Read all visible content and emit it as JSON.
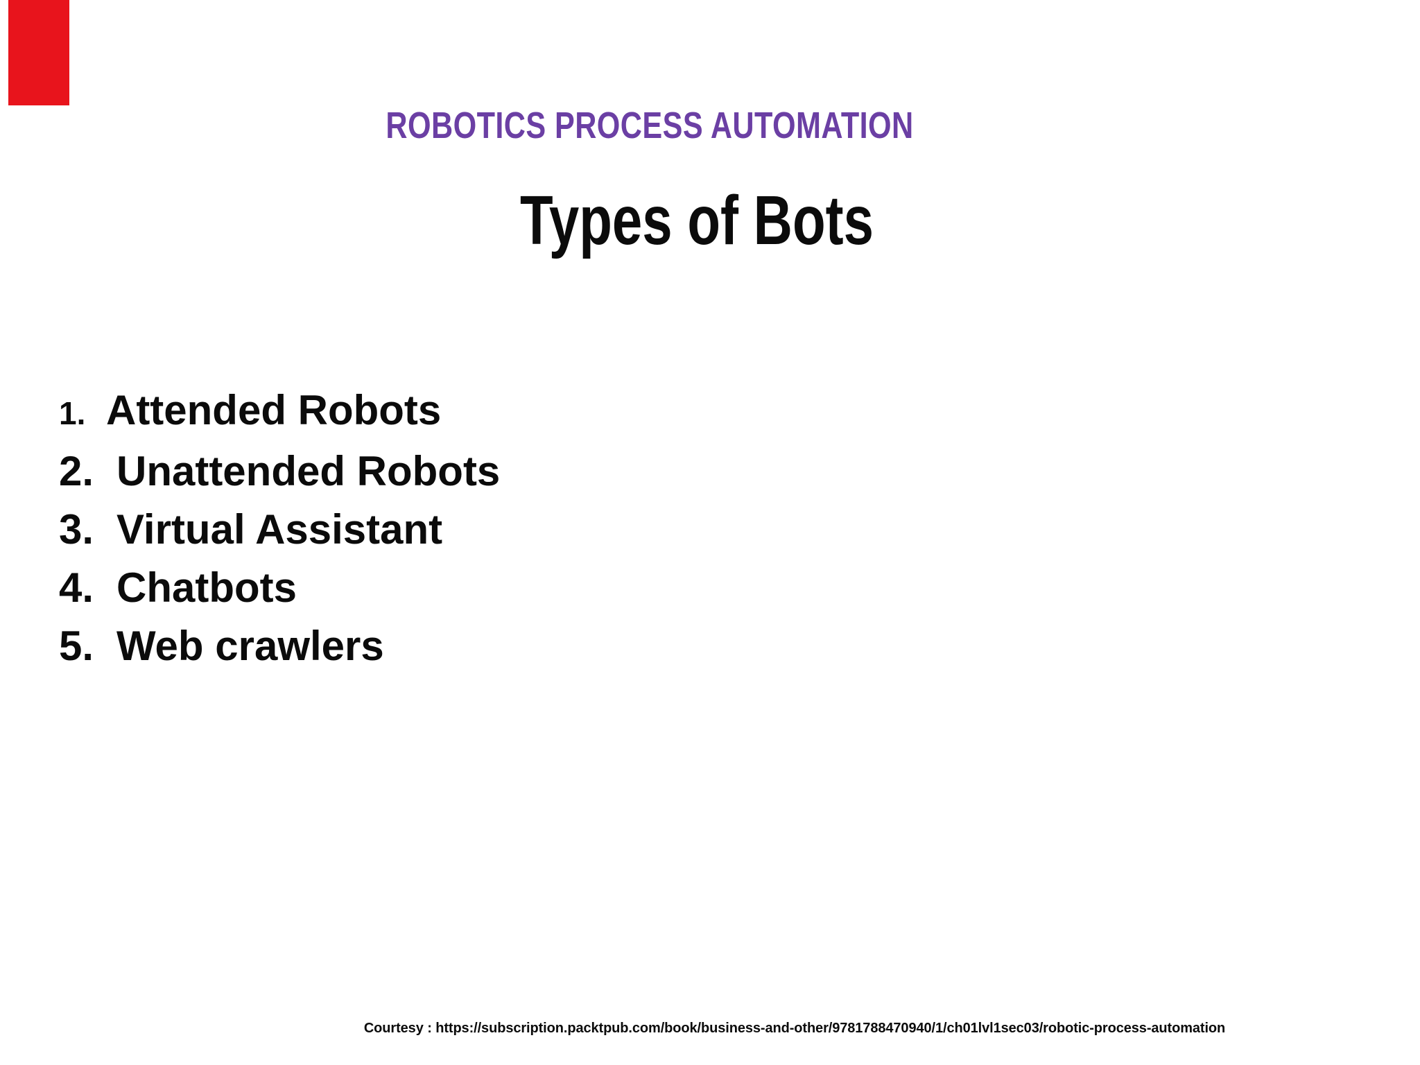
{
  "slide": {
    "kicker": "ROBOTICS PROCESS AUTOMATION",
    "title": "Types of Bots",
    "list": [
      {
        "num": "1.",
        "label": "Attended Robots"
      },
      {
        "num": "2.",
        "label": "Unattended Robots"
      },
      {
        "num": "3.",
        "label": "Virtual Assistant"
      },
      {
        "num": "4.",
        "label": "Chatbots"
      },
      {
        "num": "5.",
        "label": "Web crawlers"
      }
    ],
    "footer": "Courtesy : https://subscription.packtpub.com/book/business-and-other/9781788470940/1/ch01lvl1sec03/robotic-process-automation"
  },
  "colors": {
    "background": "#ffffff",
    "heading_purple": "#6b3fa4",
    "body_black": "#0b0b0b",
    "accent_red": "#e8141c"
  }
}
